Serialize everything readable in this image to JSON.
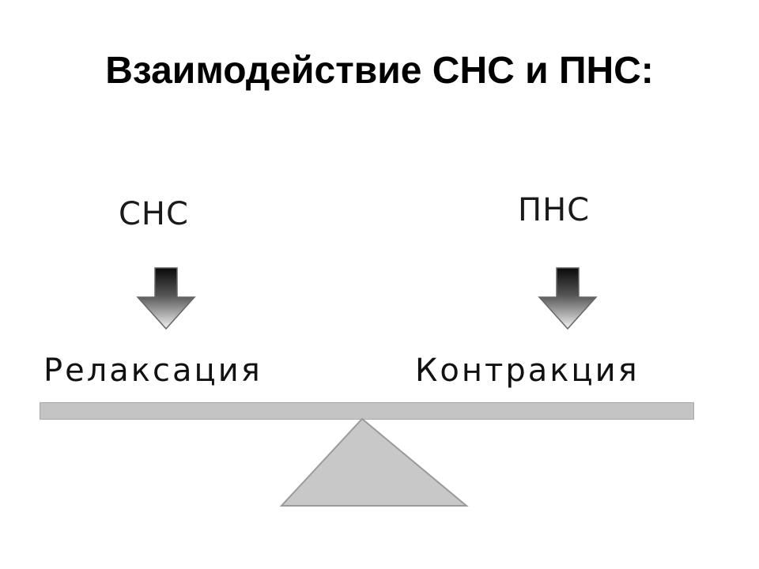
{
  "title": "Взаимодействие СНС и ПНС:",
  "left": {
    "system": "СНС",
    "effect": "Релаксация"
  },
  "right": {
    "system": "ПНС",
    "effect": "Контракция"
  },
  "colors": {
    "beam": "#c4c4c4",
    "fulcrum": "#c8c8c8",
    "arrow_top": "#0a0a0a",
    "arrow_bottom": "#f2f2f2"
  },
  "icons": [
    "down-arrow-icon",
    "down-arrow-icon"
  ]
}
